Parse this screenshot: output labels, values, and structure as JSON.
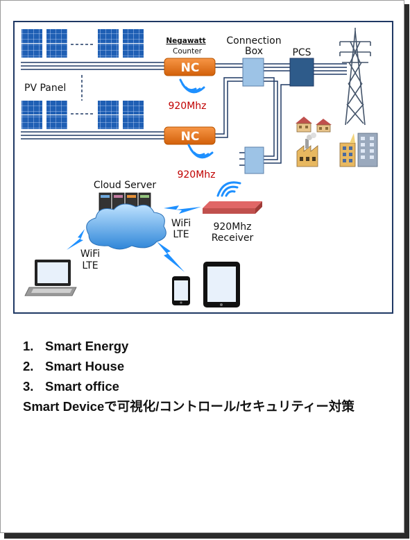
{
  "diagram": {
    "labels": {
      "pv_panel": "PV Panel",
      "negawatt": "Negawatt",
      "counter": "Counter",
      "connection": "Connection",
      "box": "Box",
      "pcs": "PCS",
      "nc_top": "NC",
      "nc_bottom": "NC",
      "freq_top": "920Mhz",
      "freq_bottom": "920Mhz",
      "cloud_server": "Cloud Server",
      "receiver_freq": "920Mhz",
      "receiver": "Receiver",
      "wifi_right": "WiFi",
      "lte_right": "LTE",
      "wifi_left": "WiFi",
      "lte_left": "LTE"
    },
    "colors": {
      "frame": "#1f3864",
      "line": "#1f3864",
      "nc_orange": "#e36c0a",
      "freq_red": "#c00000",
      "panel_blue": "#1f5fb4",
      "box_blue": "#9dc3e6",
      "pcs_blue": "#2e5b8a",
      "receiver_red": "#c0504d",
      "cloud_blue": "#3a8fe0",
      "wave_blue": "#1e90ff"
    }
  },
  "list": {
    "items": [
      {
        "num": "1.",
        "text": "Smart Energy"
      },
      {
        "num": "2.",
        "text": "Smart House"
      },
      {
        "num": "3.",
        "text": "Smart office"
      }
    ],
    "summary": "Smart Deviceで可視化/コントロール/セキュリティー対策"
  }
}
